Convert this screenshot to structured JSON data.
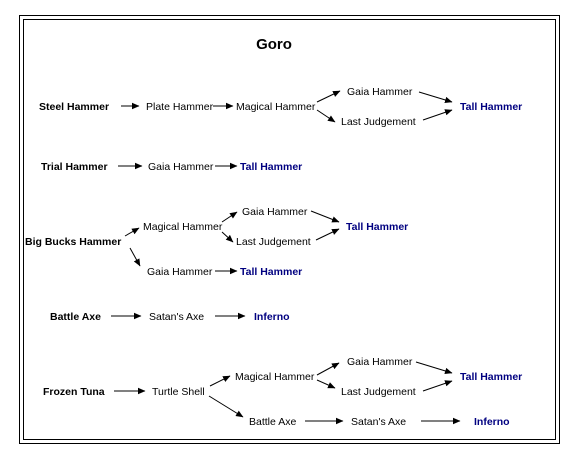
{
  "title": "Goro",
  "colors": {
    "text": "#000000",
    "final_weapon": "#000080",
    "frame": "#000000"
  },
  "trees": [
    {
      "root": "Steel Hammer",
      "path": [
        "Plate Hammer",
        "Magical Hammer"
      ],
      "branches": [
        "Gaia Hammer",
        "Last Judgement"
      ],
      "result": "Tall Hammer"
    },
    {
      "root": "Trial Hammer",
      "path": [
        "Gaia Hammer"
      ],
      "result": "Tall Hammer"
    },
    {
      "root": "Big Bucks Hammer",
      "upper": {
        "step": "Magical Hammer",
        "branches": [
          "Gaia Hammer",
          "Last Judgement"
        ],
        "result": "Tall Hammer"
      },
      "lower": {
        "step": "Gaia Hammer",
        "result": "Tall Hammer"
      }
    },
    {
      "root": "Battle Axe",
      "path": [
        "Satan's Axe"
      ],
      "result": "Inferno"
    },
    {
      "root": "Frozen Tuna",
      "step": "Turtle Shell",
      "upper": {
        "step": "Magical Hammer",
        "branches": [
          "Gaia Hammer",
          "Last Judgement"
        ],
        "result": "Tall Hammer"
      },
      "lower": {
        "path": [
          "Battle Axe",
          "Satan's Axe"
        ],
        "result": "Inferno"
      }
    }
  ]
}
